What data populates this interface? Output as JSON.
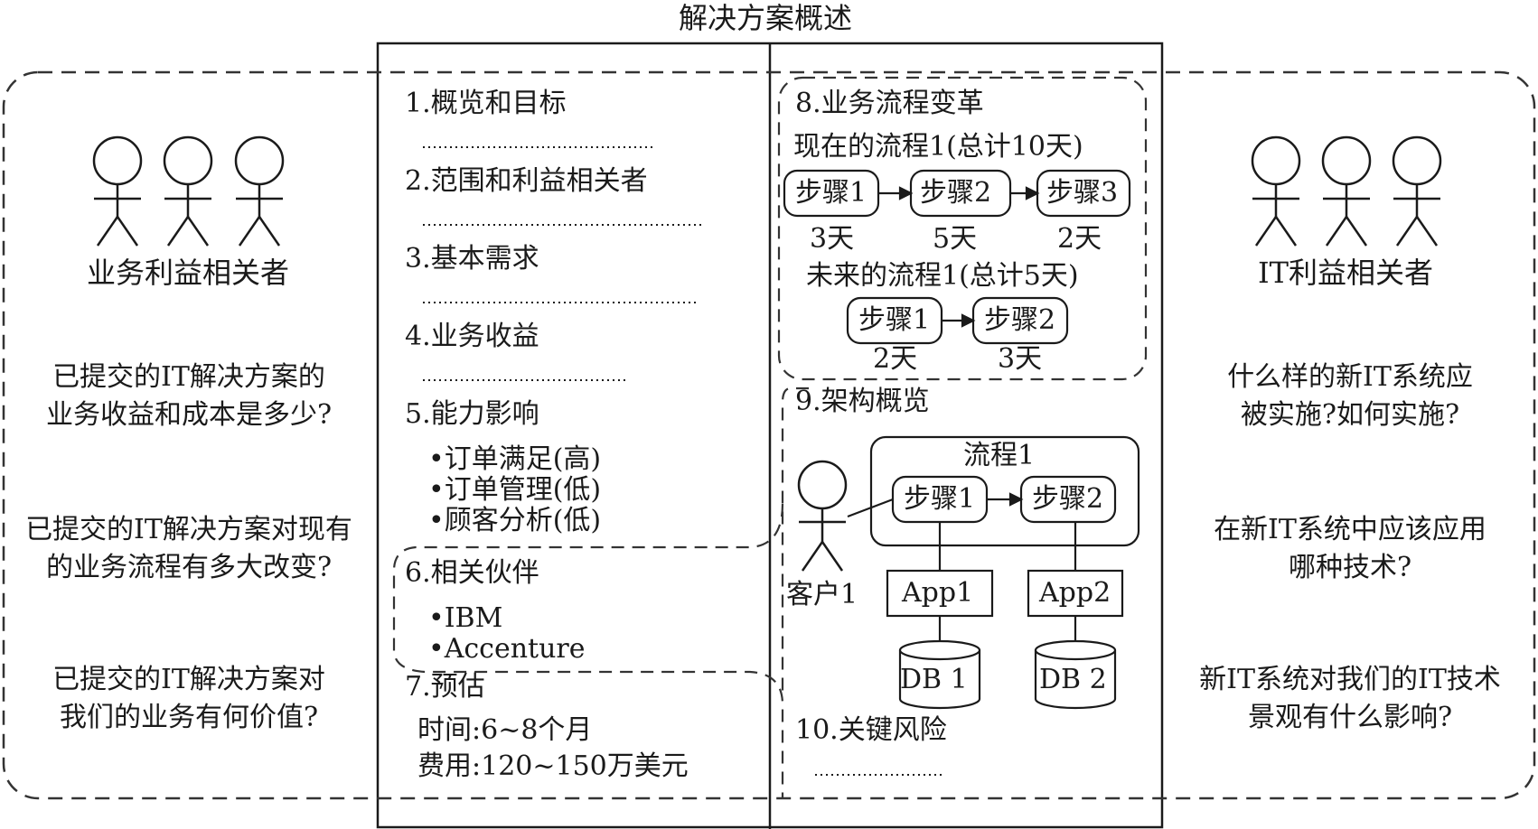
{
  "title": "解决方案概述",
  "left": {
    "label": "业务利益相关者",
    "questions": [
      [
        "已提交的IT解决方案的",
        "业务收益和成本是多少?"
      ],
      [
        "已提交的IT解决方案对现有",
        "的业务流程有多大改变?"
      ],
      [
        "已提交的IT解决方案对",
        "我们的业务有何价值?"
      ]
    ]
  },
  "right": {
    "label": "IT利益相关者",
    "questions": [
      [
        "什么样的新IT系统应",
        "被实施?如何实施?"
      ],
      [
        "在新IT系统中应该应用",
        "哪种技术?"
      ],
      [
        "新IT系统对我们的IT技术",
        "景观有什么影响?"
      ]
    ]
  },
  "doc_left": {
    "sec1": "1.概览和目标",
    "sec2": "2.范围和利益相关者",
    "sec3": "3.基本需求",
    "sec4": "4.业务收益",
    "sec5": "5.能力影响",
    "sec5_items": [
      "•订单满足(高)",
      "•订单管理(低)",
      "•顾客分析(低)"
    ],
    "sec6": "6.相关伙伴",
    "sec6_items": [
      "•IBM",
      "•Accenture"
    ],
    "sec7": "7.预估",
    "sec7_time": "时间:6~8个月",
    "sec7_cost": "费用:120~150万美元"
  },
  "doc_right": {
    "sec8": "8.业务流程变革",
    "current_label": "现在的流程1(总计10天)",
    "current_steps": [
      {
        "name": "步骤1",
        "days": "3天"
      },
      {
        "name": "步骤2",
        "days": "5天"
      },
      {
        "name": "步骤3",
        "days": "2天"
      }
    ],
    "future_label": "未来的流程1(总计5天)",
    "future_steps": [
      {
        "name": "步骤1",
        "days": "2天"
      },
      {
        "name": "步骤2",
        "days": "3天"
      }
    ],
    "sec9": "9.架构概览",
    "process_label": "流程1",
    "arch_steps": [
      "步骤1",
      "步骤2"
    ],
    "customer": "客户1",
    "apps": [
      "App1",
      "App2"
    ],
    "dbs": [
      "DB 1",
      "DB 2"
    ],
    "sec10": "10.关键风险"
  }
}
